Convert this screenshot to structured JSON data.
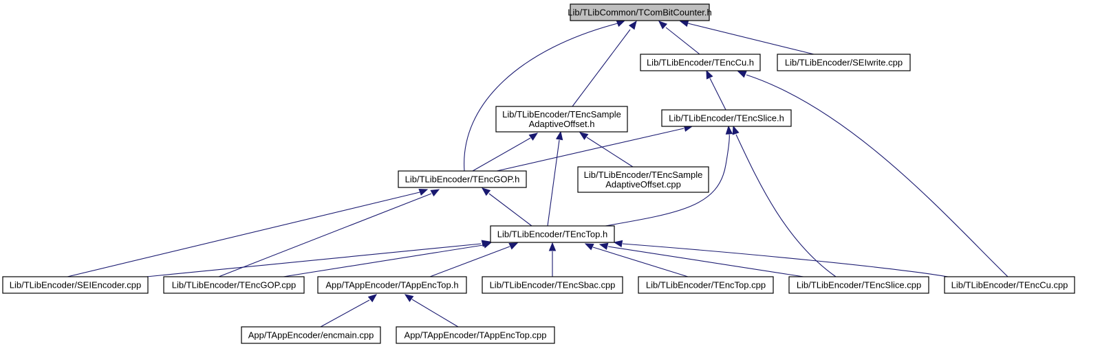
{
  "diagram": {
    "type": "include-dependency-graph",
    "colors": {
      "edge": "#191970",
      "root_fill": "#bfbfbf",
      "node_fill": "#ffffff",
      "node_border": "#000000"
    },
    "nodes": [
      {
        "id": "tcombitcounter_h",
        "label": [
          "Lib/TLibCommon/TComBitCounter.h"
        ],
        "root": true
      },
      {
        "id": "tenccu_h",
        "label": [
          "Lib/TLibEncoder/TEncCu.h"
        ]
      },
      {
        "id": "seiwrite_cpp",
        "label": [
          "Lib/TLibEncoder/SEIwrite.cpp"
        ]
      },
      {
        "id": "tencsao_h",
        "label": [
          "Lib/TLibEncoder/TEncSample",
          "AdaptiveOffset.h"
        ]
      },
      {
        "id": "tencslice_h",
        "label": [
          "Lib/TLibEncoder/TEncSlice.h"
        ]
      },
      {
        "id": "tencgop_h",
        "label": [
          "Lib/TLibEncoder/TEncGOP.h"
        ]
      },
      {
        "id": "tencsao_cpp",
        "label": [
          "Lib/TLibEncoder/TEncSample",
          "AdaptiveOffset.cpp"
        ]
      },
      {
        "id": "tenctop_h",
        "label": [
          "Lib/TLibEncoder/TEncTop.h"
        ]
      },
      {
        "id": "seiencoder_cpp",
        "label": [
          "Lib/TLibEncoder/SEIEncoder.cpp"
        ]
      },
      {
        "id": "tencgop_cpp",
        "label": [
          "Lib/TLibEncoder/TEncGOP.cpp"
        ]
      },
      {
        "id": "tappenctop_h",
        "label": [
          "App/TAppEncoder/TAppEncTop.h"
        ]
      },
      {
        "id": "tencsbac_cpp",
        "label": [
          "Lib/TLibEncoder/TEncSbac.cpp"
        ]
      },
      {
        "id": "tenctop_cpp",
        "label": [
          "Lib/TLibEncoder/TEncTop.cpp"
        ]
      },
      {
        "id": "tencslice_cpp",
        "label": [
          "Lib/TLibEncoder/TEncSlice.cpp"
        ]
      },
      {
        "id": "tenccu_cpp",
        "label": [
          "Lib/TLibEncoder/TEncCu.cpp"
        ]
      },
      {
        "id": "encmain_cpp",
        "label": [
          "App/TAppEncoder/encmain.cpp"
        ]
      },
      {
        "id": "tappenctop_cpp",
        "label": [
          "App/TAppEncoder/TAppEncTop.cpp"
        ]
      }
    ],
    "edges": [
      {
        "from": "tencgop_h",
        "to": "tcombitcounter_h"
      },
      {
        "from": "tencsao_h",
        "to": "tcombitcounter_h"
      },
      {
        "from": "tenccu_h",
        "to": "tcombitcounter_h"
      },
      {
        "from": "seiwrite_cpp",
        "to": "tcombitcounter_h"
      },
      {
        "from": "tencslice_h",
        "to": "tenccu_h"
      },
      {
        "from": "tenccu_cpp",
        "to": "tenccu_h"
      },
      {
        "from": "tencgop_h",
        "to": "tencsao_h"
      },
      {
        "from": "tenctop_h",
        "to": "tencsao_h"
      },
      {
        "from": "tencsao_cpp",
        "to": "tencsao_h"
      },
      {
        "from": "tencgop_h",
        "to": "tencslice_h"
      },
      {
        "from": "tenctop_h",
        "to": "tencslice_h"
      },
      {
        "from": "tencslice_cpp",
        "to": "tencslice_h"
      },
      {
        "from": "tenctop_h",
        "to": "tencgop_h"
      },
      {
        "from": "seiencoder_cpp",
        "to": "tencgop_h"
      },
      {
        "from": "tencgop_cpp",
        "to": "tencgop_h"
      },
      {
        "from": "seiencoder_cpp",
        "to": "tenctop_h"
      },
      {
        "from": "tencgop_cpp",
        "to": "tenctop_h"
      },
      {
        "from": "tappenctop_h",
        "to": "tenctop_h"
      },
      {
        "from": "tencsbac_cpp",
        "to": "tenctop_h"
      },
      {
        "from": "tenctop_cpp",
        "to": "tenctop_h"
      },
      {
        "from": "tencslice_cpp",
        "to": "tenctop_h"
      },
      {
        "from": "tenccu_cpp",
        "to": "tenctop_h"
      },
      {
        "from": "encmain_cpp",
        "to": "tappenctop_h"
      },
      {
        "from": "tappenctop_cpp",
        "to": "tappenctop_h"
      }
    ]
  }
}
